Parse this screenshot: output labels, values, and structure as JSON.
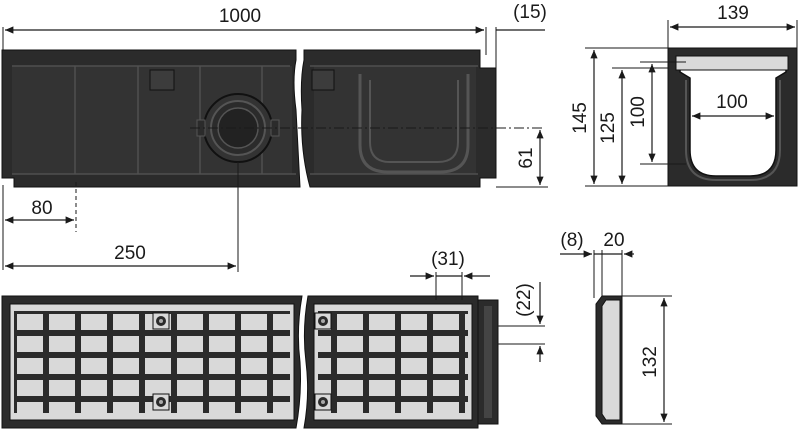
{
  "drawing": {
    "colors": {
      "body": "#2b2b2b",
      "grate": "#d9d9d9",
      "line": "#1a1a1a"
    },
    "dimensions": {
      "total_length": "1000",
      "end_offset": "(15)",
      "width": "139",
      "height_total": "145",
      "height_inner": "125",
      "inner_depth": "100",
      "inner_width": "100",
      "outlet_height": "61",
      "rib_spacing": "80",
      "outlet_position": "250",
      "grate_slot": "(31)",
      "grate_end_gap": "(22)",
      "grate_thickness_offset": "(8)",
      "grate_thickness": "20",
      "grate_width": "132"
    }
  }
}
